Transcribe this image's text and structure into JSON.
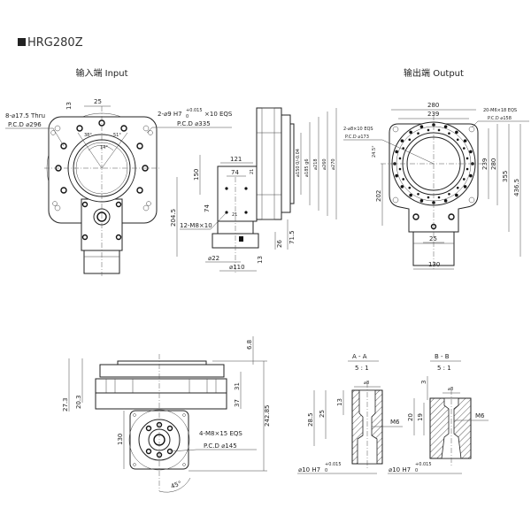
{
  "header": {
    "model": "HRG280Z"
  },
  "input_view": {
    "title": "输入端 Input",
    "dim_13": "13",
    "dim_25": "25",
    "holes_note": "8-⌀17.5 Thru",
    "holes_pcd": "P.C.D ⌀296",
    "pin_note": "2-⌀9 H7",
    "pin_tol_up": "+0.015",
    "pin_tol_low": "0",
    "pin_note_tail": "×10 EQS",
    "pin_pcd": "P.C.D ⌀335",
    "angle_38": "38°",
    "angle_51": "51°",
    "angle_14": "14°"
  },
  "side_view": {
    "dim_121": "121",
    "dim_74": "74",
    "dim_21": "21",
    "dim_150": "150",
    "dim_204_5": "204.5",
    "dim_74b": "74",
    "dim_21b": "21",
    "tap_note": "12-M8×10",
    "dim_d22": "⌀22",
    "dim_d110": "⌀110",
    "dim_13": "13",
    "dim_26": "26",
    "dim_71_5": "71.5",
    "dim_d150": "⌀150 0/-0.04",
    "dim_d185": "⌀185 g6",
    "dim_d218": "⌀218",
    "dim_d260": "⌀260",
    "dim_d270": "⌀270"
  },
  "output_view": {
    "title": "输出端 Output",
    "dim_280": "280",
    "dim_239": "239",
    "tap_note": "20-M6×18 EQS",
    "tap_pcd": "P.C.D ⌀158",
    "pin_note": "2-⌀8×10 EQS",
    "pin_pcd": "P.C.D ⌀173",
    "angle_24_5": "24.5°",
    "dim_202": "202",
    "dim_239v": "239",
    "dim_280v": "280",
    "dim_355": "355",
    "dim_436_5": "436.5",
    "dim_25": "25",
    "dim_130": "130"
  },
  "bottom_view": {
    "dim_6_8": "6.8",
    "dim_27_3": "27.3",
    "dim_20_3": "20.3",
    "dim_31": "31",
    "dim_37": "37",
    "dim_242_85": "242.85",
    "dim_130": "130",
    "tap_note": "4-M8×15 EQS",
    "tap_pcd": "P.C.D ⌀145",
    "angle_45": "45°"
  },
  "section_a": {
    "title": "A - A",
    "scale": "5 : 1",
    "dim_d8": "⌀8",
    "dim_28_5": "28.5",
    "dim_25": "25",
    "dim_13": "13",
    "thread": "M6",
    "bore": "⌀10 H7",
    "bore_tol_up": "+0.015",
    "bore_tol_low": "0"
  },
  "section_b": {
    "title": "B - B",
    "scale": "5 : 1",
    "dim_3": "3",
    "dim_d8": "⌀8",
    "dim_20": "20",
    "dim_19": "19",
    "thread": "M6",
    "bore": "⌀10 H7",
    "bore_tol_up": "+0.015",
    "bore_tol_low": "0"
  }
}
